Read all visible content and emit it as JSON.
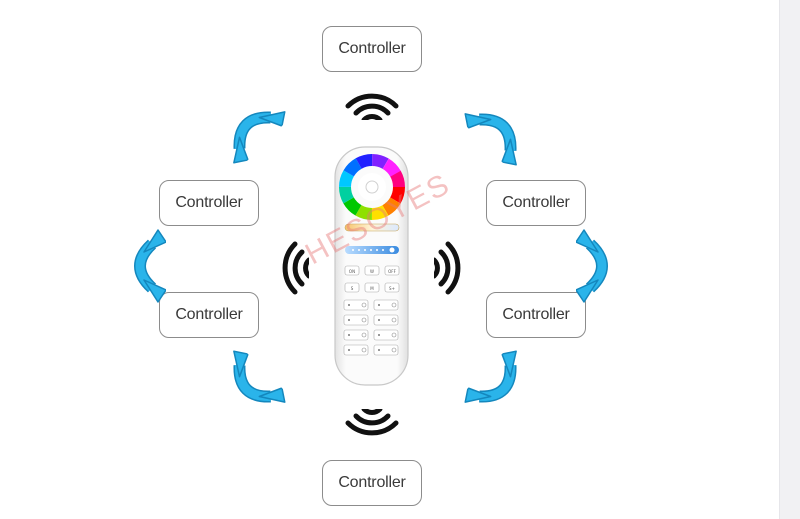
{
  "controllers": {
    "top": "Controller",
    "upper_left": "Controller",
    "upper_right": "Controller",
    "lower_left": "Controller",
    "lower_right": "Controller",
    "bottom": "Controller"
  },
  "remote": {
    "keys_row1": [
      "ON",
      "W",
      "OFF"
    ],
    "keys_row2": [
      "S",
      "M",
      "S+"
    ]
  },
  "watermark": "HESOYES",
  "colors": {
    "arrow": "#2ab4ea",
    "arrow_outline": "#1487bd",
    "signal": "#111111",
    "box_border": "#8c8c8c",
    "remote_body": "#f6f6f6"
  },
  "icons": [
    "wifi-signal-icon",
    "curved-double-arrow-icon",
    "color-wheel-icon"
  ]
}
